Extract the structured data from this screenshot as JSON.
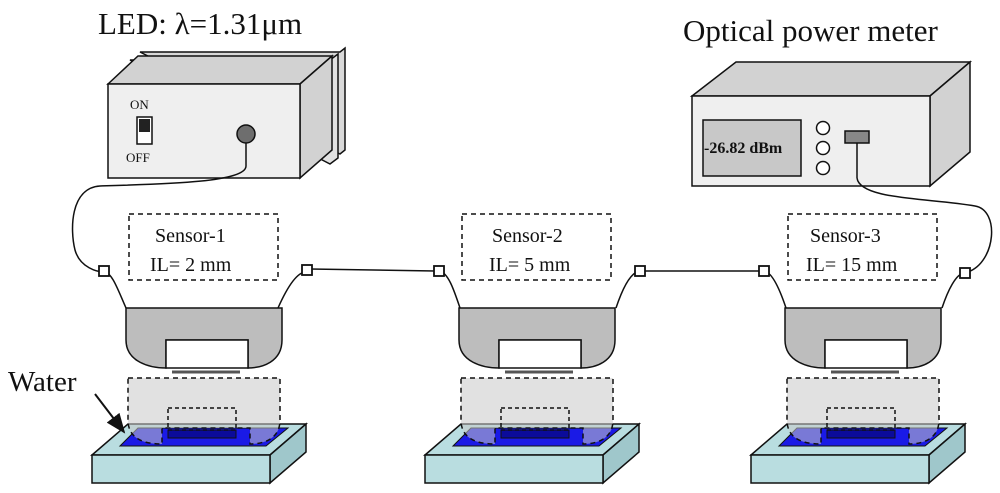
{
  "led": {
    "title": "LED: λ=1.31μm",
    "on_label": "ON",
    "off_label": "OFF"
  },
  "meter": {
    "title": "Optical power meter",
    "reading": "-26.82 dBm"
  },
  "sensors": [
    {
      "name": "Sensor-1",
      "il": "IL= 2 mm"
    },
    {
      "name": "Sensor-2",
      "il": "IL= 5 mm"
    },
    {
      "name": "Sensor-3",
      "il": "IL= 15 mm"
    }
  ],
  "water_label": "Water",
  "colors": {
    "device_face": "#efefef",
    "device_side": "#d2d2d2",
    "meter_screen": "#c8c8c8",
    "probe_gray": "#bdbdbd",
    "substrate": "#b9dde0",
    "water": "#1a1ae6",
    "line": "#111111"
  }
}
